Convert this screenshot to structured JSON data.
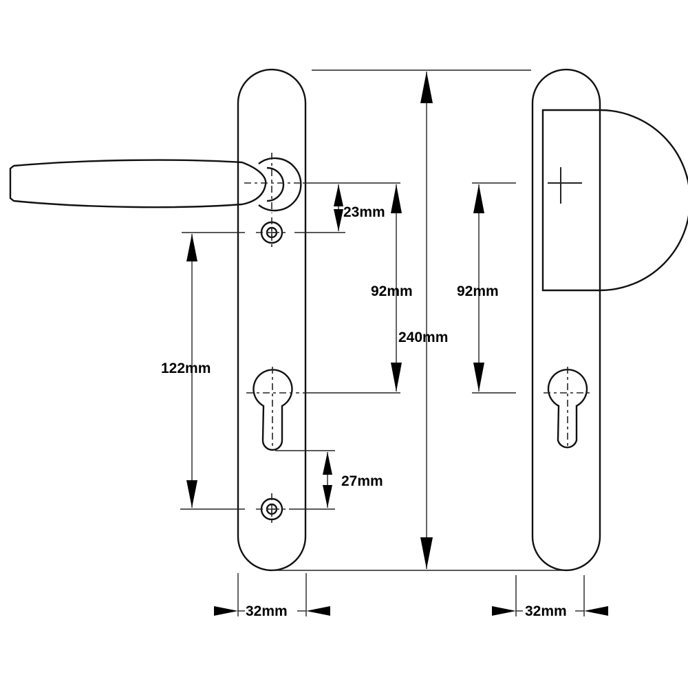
{
  "diagram": {
    "title": "Door handle backplate dimensions",
    "left_part": "lever handle on backplate",
    "right_part": "pull handle on backplate",
    "dimensions": {
      "lever_to_screw": "23mm",
      "lever_to_cylinder_left": "92mm",
      "screw_to_screw": "122mm",
      "cylinder_to_lower_screw": "27mm",
      "plate_height": "240mm",
      "pull_to_cylinder_right": "92mm",
      "plate_width_left": "32mm",
      "plate_width_right": "32mm"
    },
    "colors": {
      "line": "#111111",
      "background": "#ffffff"
    }
  }
}
